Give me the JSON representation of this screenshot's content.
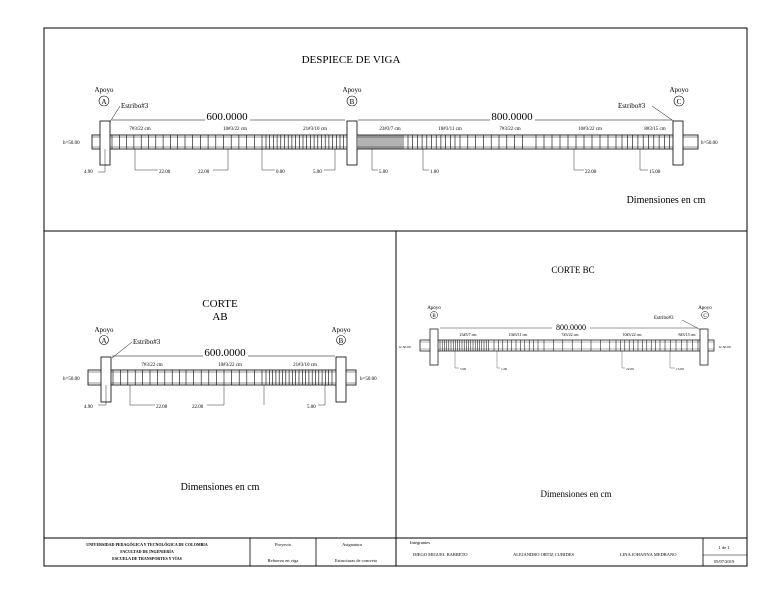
{
  "sheet": {
    "main_title": "DESPIECE DE VIGA",
    "dims_note": "Dimensiones en cm",
    "section_ab_title_1": "CORTE",
    "section_ab_title_2": "AB",
    "section_bc_title": "CORTE BC"
  },
  "beam_full": {
    "support_word": "Apoyo",
    "support_a": "A",
    "support_b": "B",
    "support_c": "C",
    "stirrup_left": "Estribo#3",
    "stirrup_right": "Estribo#3",
    "span_ab": "600.0000",
    "span_bc": "800.0000",
    "seg_ab_1": "7#3/22 cm",
    "seg_ab_2": "10#3/22 cm",
    "seg_ab_3": "21#3/10 cm",
    "seg_bc_1": "23#3/7 cm",
    "seg_bc_2": "10#3/11 cm",
    "seg_bc_3": "7#3/22 cm",
    "seg_bc_4": "10#3/22 cm",
    "seg_bc_5": "8#3/15 cm",
    "h_left": "h=50.00",
    "h_right": "h=50.00",
    "d1": "4.90",
    "d2": "22.00",
    "d3": "22.00",
    "d4": "0.00",
    "d5": "5.00",
    "d6": "5.00",
    "d7": "1.00",
    "d8": "22.00",
    "d9": "15.00"
  },
  "section_ab": {
    "support_word": "Apoyo",
    "support_a": "A",
    "support_b": "B",
    "stirrup": "Estribo#3",
    "span": "600.0000",
    "seg_1": "7#3/22 cm",
    "seg_2": "10#3/22 cm",
    "seg_3": "21#3/10 cm",
    "h_left": "h=50.00",
    "h_right": "h=50.00",
    "d1": "4.90",
    "d2": "22.00",
    "d3": "22.00",
    "d4": "5.00"
  },
  "section_bc": {
    "support_word": "Apoyo",
    "support_b": "B",
    "support_c": "C",
    "stirrup": "Estribo#3",
    "span": "800.0000",
    "seg_1": "23#3/7 cm",
    "seg_2": "10#3/11 cm",
    "seg_3": "7#3/22 cm",
    "seg_4": "10#3/22 cm",
    "seg_5": "8#3/15 cm",
    "h_left": "h=50.00",
    "h_right": "h=50.00",
    "d1": "5.00",
    "d2": "1.00",
    "d3": "22.00",
    "d4": "15.00"
  },
  "title_block": {
    "university": "UNIVERSIDAD PEDAGÓGICA Y TECNOLÓGICA DE COLOMBIA",
    "faculty": "FACULTAD DE INGENIERÍA",
    "school": "ESCUELA DE TRANSPORTES Y VÍAS",
    "project_label": "Proyecto",
    "project_value": "Refuerzo en viga",
    "subject_label": "Asignatura",
    "subject_value": "Estructuras de concreto",
    "members_label": "Integrantes",
    "member_1": "DIEGO MIGUEL BARRETO",
    "member_2": "ALEJANDRO ORTIZ CUBIDES",
    "member_3": "LINA JOHANNA MEDRANO",
    "sheet_number": "1 de 1",
    "date": "05/07/2019"
  }
}
